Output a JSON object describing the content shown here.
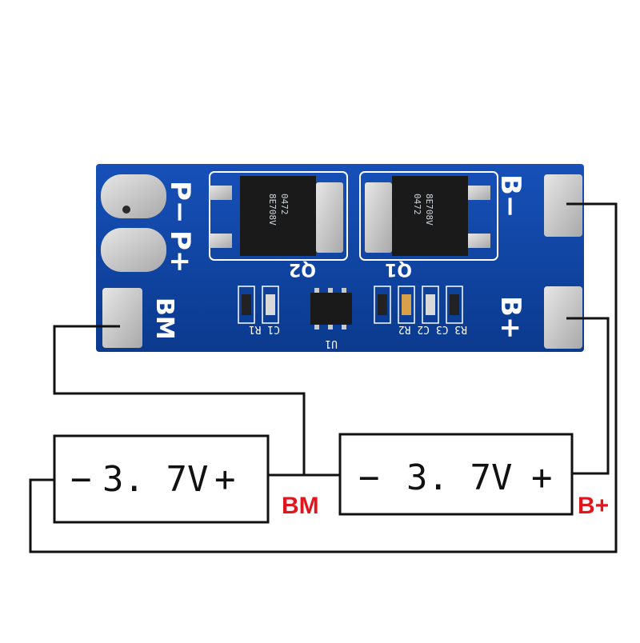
{
  "board": {
    "pad_p_minus": "P−",
    "pad_p_plus": "P+",
    "pad_bm": "BM",
    "pad_b_minus": "B−",
    "pad_b_plus": "B+",
    "q2": "Q2",
    "q1": "Q1",
    "u1": "U1",
    "left_parts": "C1 R1",
    "right_parts": "R3 C3 C2 R2",
    "mosfet_mark_1": "0472",
    "mosfet_mark_2": "8E708V"
  },
  "cells": [
    {
      "minus": "−",
      "voltage": "3. 7V",
      "plus": "+"
    },
    {
      "minus": "−",
      "voltage": "3. 7V",
      "plus": "+"
    }
  ],
  "labels": {
    "bm": "BM",
    "bplus": "B+"
  },
  "colors": {
    "pcb": "#0d3f98",
    "pad": "#c9c9c9",
    "wire": "#111111",
    "label": "#e0161d"
  }
}
